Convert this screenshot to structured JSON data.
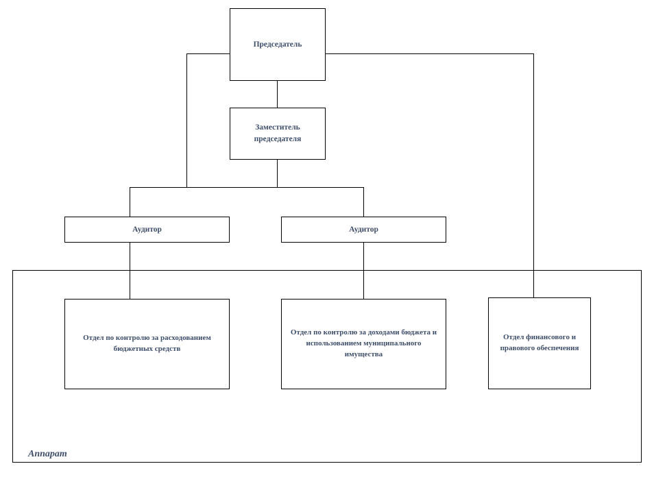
{
  "diagram": {
    "type": "organizational-chart",
    "title_text": "",
    "colors": {
      "text": "#3f4e6b",
      "line": "#000000",
      "background": "#ffffff"
    },
    "nodes": [
      {
        "id": "chairman",
        "label": "Председатель"
      },
      {
        "id": "deputy",
        "label": "Заместитель\nпредседателя"
      },
      {
        "id": "auditor-left",
        "label": "Аудитор"
      },
      {
        "id": "auditor-right",
        "label": "Аудитор"
      },
      {
        "id": "dept-expenditure",
        "label": "Отдел по контролю за расходованием\nбюджетных средств"
      },
      {
        "id": "dept-revenue",
        "label": "Отдел по контролю за доходами бюджета и\nиспользованием муниципального\nимущества"
      },
      {
        "id": "dept-legal",
        "label": "Отдел финансового и\nправового обеспечения"
      }
    ],
    "group": {
      "id": "apparatus",
      "label": "Аппарат"
    }
  }
}
